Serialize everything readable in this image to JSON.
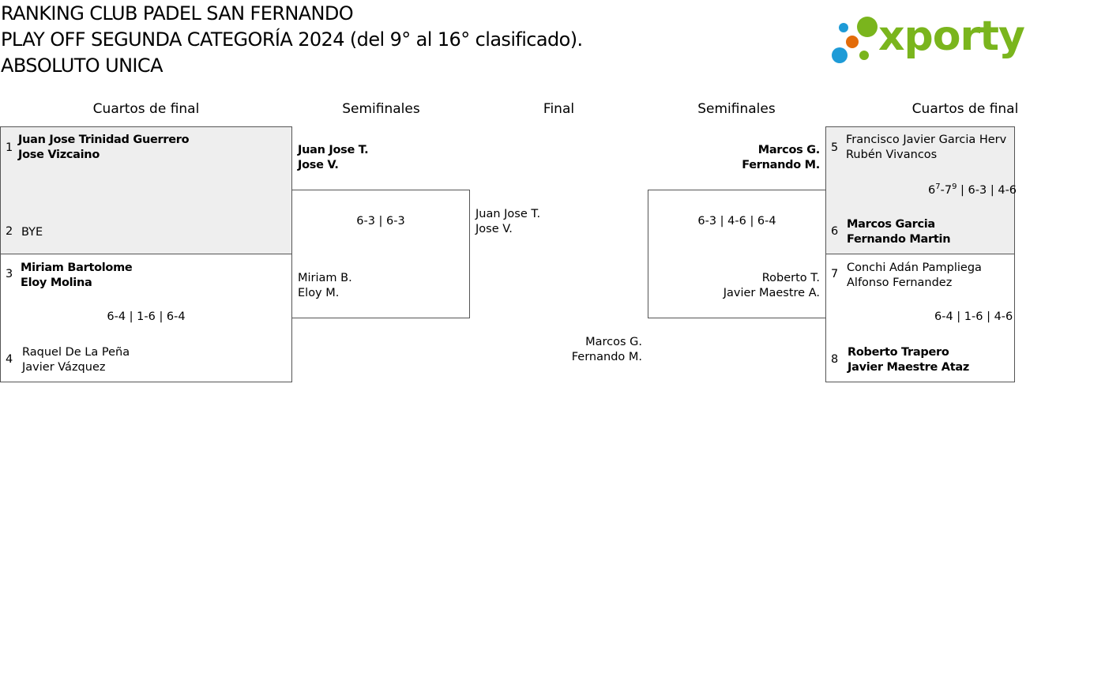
{
  "header": {
    "line1": "RANKING CLUB PADEL SAN FERNANDO",
    "line2": "PLAY OFF SEGUNDA CATEGORÍA 2024 (del 9° al 16° clasificado).",
    "line3": "ABSOLUTO UNICA"
  },
  "logo": {
    "text": "xporty",
    "color": "#7ab51d",
    "dot_colors": [
      "#7ab51d",
      "#1e9bd7",
      "#e36c0a"
    ]
  },
  "rounds": {
    "left_qf": "Cuartos de final",
    "left_sf": "Semifinales",
    "final": "Final",
    "right_sf": "Semifinales",
    "right_qf": "Cuartos de final"
  },
  "left_qf": {
    "m1": {
      "seed_a": "1",
      "a1": "Juan Jose Trinidad Guerrero",
      "a2": "Jose Vizcaino",
      "seed_b": "2",
      "b1": "BYE"
    },
    "m2": {
      "seed_a": "3",
      "a1": "Miriam Bartolome",
      "a2": "Eloy Molina",
      "score": "6-4 | 1-6 | 6-4",
      "seed_b": "4",
      "b1": "Raquel De La Peña",
      "b2": "Javier Vázquez"
    }
  },
  "left_sf": {
    "a1": "Juan Jose T.",
    "a2": "Jose V.",
    "score": "6-3 | 6-3",
    "b1": "Miriam B.",
    "b2": "Eloy M."
  },
  "final": {
    "a1": "Juan Jose T.",
    "a2": "Jose V.",
    "b1": "Marcos G.",
    "b2": "Fernando M."
  },
  "right_sf": {
    "a1": "Marcos G.",
    "a2": "Fernando M.",
    "score": "6-3 | 4-6 | 6-4",
    "b1": "Roberto T.",
    "b2": "Javier Maestre A."
  },
  "right_qf": {
    "m1": {
      "seed_a": "5",
      "a1": "Francisco Javier Garcia Herv",
      "a2": "Rubén Vivancos",
      "score_s1a": "6",
      "score_s1a_sup": "7",
      "score_s1b": "-7",
      "score_s1b_sup": "9",
      "score_rest": " | 6-3 | 4-6",
      "seed_b": "6",
      "b1": "Marcos Garcia",
      "b2": "Fernando Martin"
    },
    "m2": {
      "seed_a": "7",
      "a1": "Conchi Adán Pampliega",
      "a2": "Alfonso Fernandez",
      "score": "6-4 | 1-6 | 4-6",
      "seed_b": "8",
      "b1": "Roberto Trapero",
      "b2": "Javier Maestre Ataz"
    }
  }
}
